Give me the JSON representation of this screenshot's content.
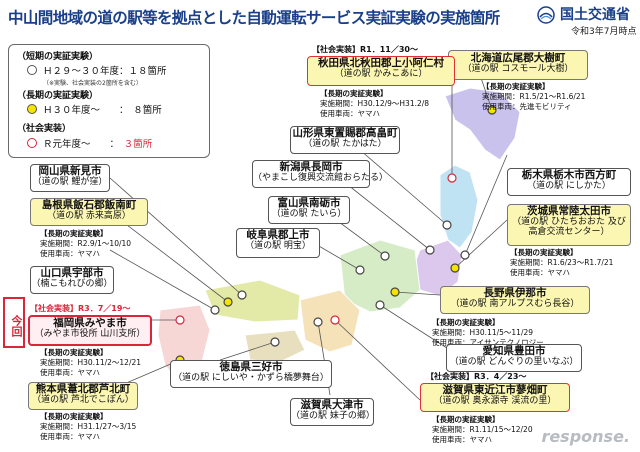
{
  "header": {
    "title": "中山間地域の道の駅等を拠点とした自動運転サービス実証実験の実施箇所",
    "org": "国土交通省",
    "date": "令和3年7月時点"
  },
  "legend": {
    "short_head": "（短期の実証実験）",
    "short_row": "Ｈ２９～３０年度：１８箇所",
    "short_note": "（※実験、社会実装の2箇所を含む）",
    "long_head": "（長期の実証実験）",
    "long_row": "Ｈ３０年度～　　：　８箇所",
    "social_head": "（社会実装）",
    "social_row_a": "Ｒ元年度～　　：　",
    "social_row_b": "３箇所"
  },
  "konkai": "今回",
  "sites": {
    "hokkaido": {
      "l1": "北海道広尾郡大樹町",
      "l2": "（道の駅 コスモール大樹）",
      "info": [
        "【長期の実証実験】",
        "実施期間：R1.5/21～R1.6/21",
        "使用車両：先進モビリティ"
      ]
    },
    "akita": {
      "tag": "【社会実装】R1．11／30～",
      "l1": "秋田県北秋田郡上小阿仁村",
      "l2": "（道の駅 かみこあに）",
      "info": [
        "【長期の実証実験】",
        "実施期間：H30.12/9～H31.2/8",
        "使用車両：ヤマハ"
      ]
    },
    "yamagata": {
      "l1": "山形県東置賜郡高畠町",
      "l2": "（道の駅 たかはた）"
    },
    "niigata": {
      "l1": "新潟県長岡市",
      "l2": "（やまこし復興交流館おらたる）"
    },
    "toyama": {
      "l1": "富山県南砺市",
      "l2": "（道の駅 たいら）"
    },
    "gifu": {
      "l1": "岐阜県郡上市",
      "l2": "（道の駅 明宝）"
    },
    "tochigi": {
      "l1": "栃木県栃木市西方町",
      "l2": "（道の駅 にしかた）"
    },
    "ibaraki": {
      "l1": "茨城県常陸太田市",
      "l2": "（道の駅 ひたちおおた 及び",
      "l3": "高倉交流センター）",
      "info": [
        "【長期の実証実験】",
        "実施期間：R1.6/23～R1.7/21",
        "使用車両：ヤマハ"
      ]
    },
    "nagano": {
      "l1": "長野県伊那市",
      "l2": "（道の駅 南アルプスむら長谷）",
      "info": [
        "【長期の実証実験】",
        "実施期間：H30.11/5～11/29",
        "使用車両：アイサンテクノロジー"
      ]
    },
    "aichi": {
      "l1": "愛知県豊田市",
      "l2": "（道の駅 どんぐりの里いなぶ）"
    },
    "shiga_h": {
      "tag": "【社会実装】R3．4／23～",
      "l1": "滋賀県東近江市蓼畑町",
      "l2": "（道の駅 奥永源寺 渓流の里）",
      "info": [
        "【長期の実証実験】",
        "実施期間：R1.11/15～12/20",
        "使用車両：ヤマハ"
      ]
    },
    "shiga_o": {
      "l1": "滋賀県大津市",
      "l2": "（道の駅 妹子の郷）"
    },
    "tokushima": {
      "l1": "徳島県三好市",
      "l2": "（道の駅 にしいや・かずら橋夢舞台）"
    },
    "okayama": {
      "l1": "岡山県新見市",
      "l2": "（道の駅 鯉が窪）"
    },
    "shimane": {
      "l1": "島根県飯石郡飯南町",
      "l2": "（道の駅 赤来高原）",
      "info": [
        "【長期の実証実験】",
        "実施期間：R2.9/1～10/10",
        "使用車両：ヤマハ"
      ]
    },
    "yamaguchi": {
      "l1": "山口県宇部市",
      "l2": "（楠こもれびの郷）"
    },
    "fukuoka": {
      "tag": "【社会実装】R3．7／19～",
      "l1": "福岡県みやま市",
      "l2": "（みやま市役所 山川支所）",
      "info": [
        "【長期の実証実験】",
        "実施期間：H30.11/2～12/21",
        "使用車両：ヤマハ"
      ]
    },
    "kumamoto": {
      "l1": "熊本県葦北郡芦北町",
      "l2": "（道の駅 芦北でこぽん）",
      "info": [
        "【長期の実証実験】",
        "実施期間：H31.1/27～3/15",
        "使用車両：ヤマハ"
      ]
    }
  },
  "watermark": "response.",
  "colors": {
    "title": "#1a3f8a",
    "accent_red": "#d9263b",
    "long_yellow": "#f5e300"
  }
}
